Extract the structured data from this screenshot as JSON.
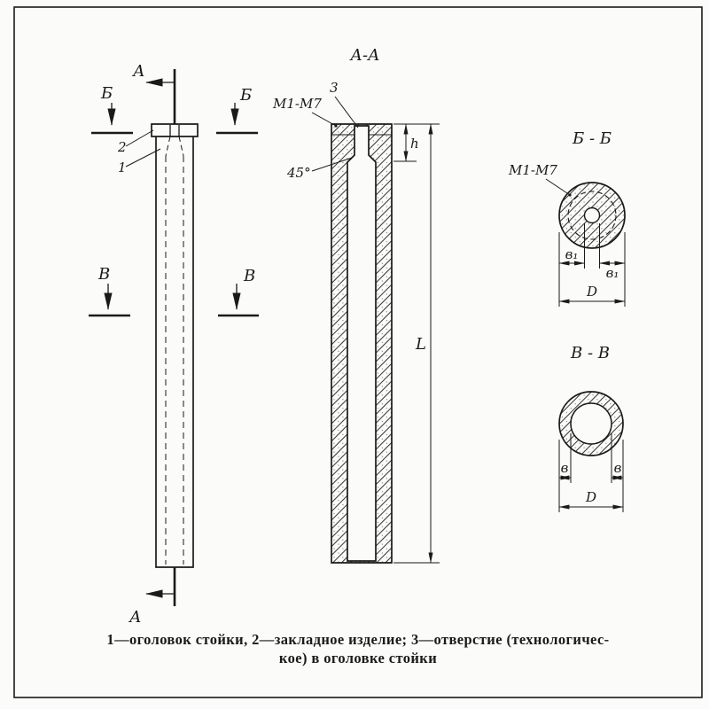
{
  "colors": {
    "ink": "#1a1a1a",
    "paper": "#fbfbf9"
  },
  "labels": {
    "A": "А",
    "B": "Б",
    "V": "В",
    "aa_title": "А-А",
    "bb_title": "Б - Б",
    "vv_title": "В - В",
    "m1m7": "М1-М7",
    "angle45": "45°",
    "h": "h",
    "L": "L",
    "D": "D",
    "b1": "в₁",
    "b": "в",
    "p1": "1",
    "p2": "2",
    "p3": "3"
  },
  "caption": {
    "line1": "1—оголовок стойки, 2—закладное изделие; 3—отверстие (технологичес-",
    "line2": "кое) в оголовке стойки"
  }
}
